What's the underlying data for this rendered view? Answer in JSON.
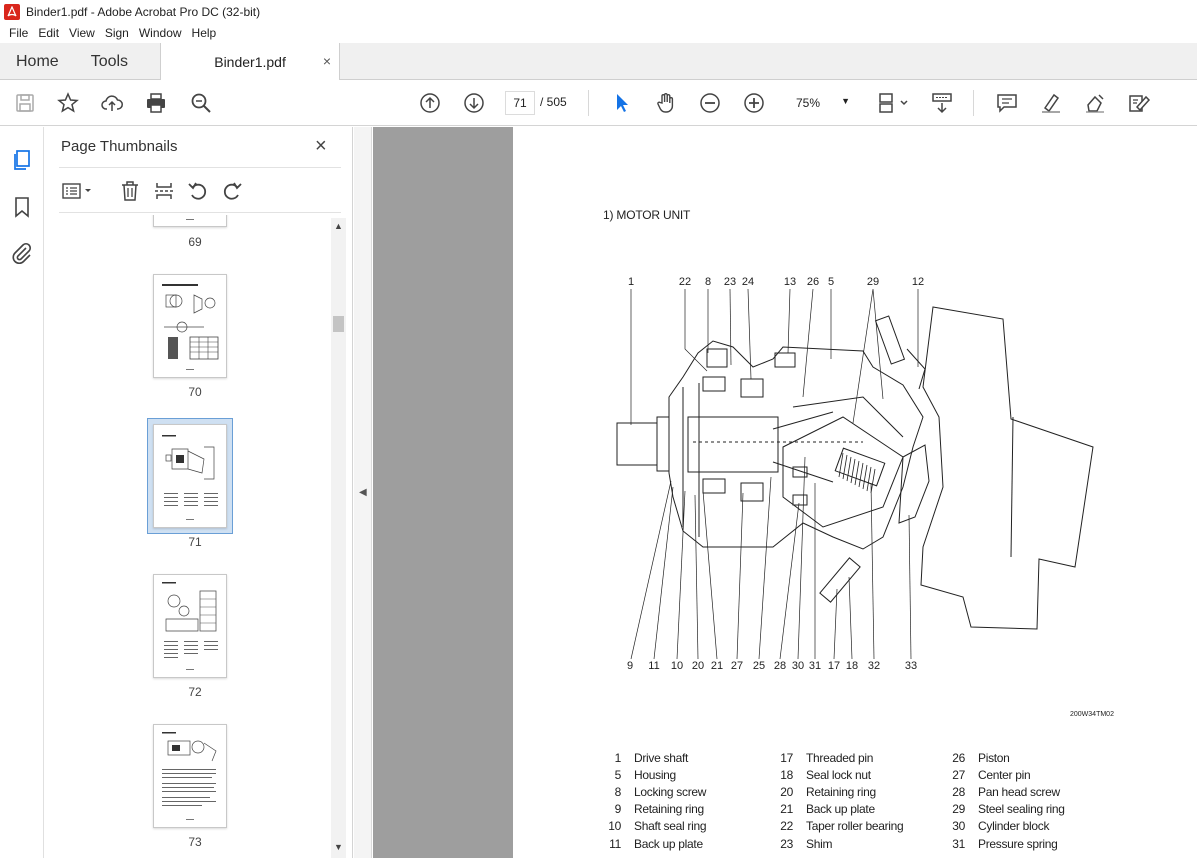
{
  "window": {
    "title": "Binder1.pdf - Adobe Acrobat Pro DC (32-bit)"
  },
  "menu": [
    "File",
    "Edit",
    "View",
    "Sign",
    "Window",
    "Help"
  ],
  "tabs": {
    "home": "Home",
    "tools": "Tools",
    "document": "Binder1.pdf",
    "close": "×"
  },
  "toolbar": {
    "current_page": "71",
    "page_total": "/   505",
    "zoom": "75%"
  },
  "thumbnails_panel": {
    "title": "Page Thumbnails",
    "close": "×",
    "pages": [
      "69",
      "70",
      "71",
      "72",
      "73"
    ],
    "selected": "71"
  },
  "document": {
    "section_title": "1) MOTOR UNIT",
    "figure_code": "200W34TM02",
    "callouts_top": [
      "1",
      "22",
      "8",
      "23",
      "24",
      "13",
      "26",
      "5",
      "29",
      "12"
    ],
    "callouts_bottom": [
      "9",
      "11",
      "10",
      "20",
      "21",
      "27",
      "25",
      "28",
      "30",
      "31",
      "17",
      "18",
      "32",
      "33"
    ],
    "parts_columns": [
      [
        {
          "no": "1",
          "name": "Drive shaft"
        },
        {
          "no": "5",
          "name": "Housing"
        },
        {
          "no": "8",
          "name": "Locking screw"
        },
        {
          "no": "9",
          "name": "Retaining ring"
        },
        {
          "no": "10",
          "name": "Shaft seal ring"
        },
        {
          "no": "11",
          "name": "Back up plate"
        }
      ],
      [
        {
          "no": "17",
          "name": "Threaded pin"
        },
        {
          "no": "18",
          "name": "Seal lock nut"
        },
        {
          "no": "20",
          "name": "Retaining ring"
        },
        {
          "no": "21",
          "name": "Back up plate"
        },
        {
          "no": "22",
          "name": "Taper roller bearing"
        },
        {
          "no": "23",
          "name": "Shim"
        }
      ],
      [
        {
          "no": "26",
          "name": "Piston"
        },
        {
          "no": "27",
          "name": "Center pin"
        },
        {
          "no": "28",
          "name": "Pan head screw"
        },
        {
          "no": "29",
          "name": "Steel sealing ring"
        },
        {
          "no": "30",
          "name": "Cylinder block"
        },
        {
          "no": "31",
          "name": "Pressure spring"
        }
      ]
    ]
  },
  "colors": {
    "accent": "#1473e6",
    "pdf_red": "#d9261c",
    "doc_bg": "#9e9e9e"
  }
}
